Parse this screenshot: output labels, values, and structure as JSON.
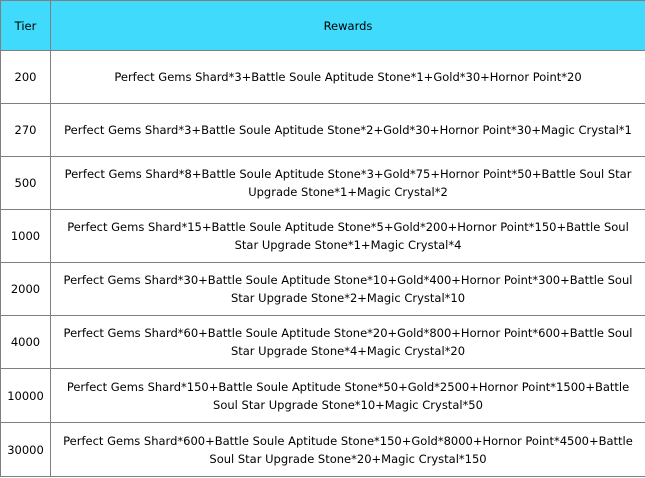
{
  "table": {
    "header": {
      "tier": "Tier",
      "rewards": "Rewards"
    },
    "header_bg": "#3fdafc",
    "rows": [
      {
        "tier": "200",
        "rewards": "Perfect Gems Shard*3+Battle Soule Aptitude Stone*1+Gold*30+Hornor Point*20"
      },
      {
        "tier": "270",
        "rewards": "Perfect Gems Shard*3+Battle Soule Aptitude Stone*2+Gold*30+Hornor Point*30+Magic Crystal*1"
      },
      {
        "tier": "500",
        "rewards": "Perfect Gems Shard*8+Battle Soule Aptitude Stone*3+Gold*75+Hornor Point*50+Battle Soul Star Upgrade Stone*1+Magic Crystal*2"
      },
      {
        "tier": "1000",
        "rewards": "Perfect Gems Shard*15+Battle Soule Aptitude Stone*5+Gold*200+Hornor Point*150+Battle Soul Star Upgrade Stone*1+Magic Crystal*4"
      },
      {
        "tier": "2000",
        "rewards": "Perfect Gems Shard*30+Battle Soule Aptitude Stone*10+Gold*400+Hornor Point*300+Battle Soul Star Upgrade Stone*2+Magic Crystal*10"
      },
      {
        "tier": "4000",
        "rewards": "Perfect Gems Shard*60+Battle Soule Aptitude Stone*20+Gold*800+Hornor Point*600+Battle Soul Star Upgrade Stone*4+Magic Crystal*20"
      },
      {
        "tier": "10000",
        "rewards": "Perfect Gems Shard*150+Battle Soule Aptitude Stone*50+Gold*2500+Hornor Point*1500+Battle Soul Star Upgrade Stone*10+Magic Crystal*50"
      },
      {
        "tier": "30000",
        "rewards": "Perfect Gems Shard*600+Battle Soule Aptitude Stone*150+Gold*8000+Hornor Point*4500+Battle Soul Star Upgrade Stone*20+Magic Crystal*150"
      }
    ]
  }
}
